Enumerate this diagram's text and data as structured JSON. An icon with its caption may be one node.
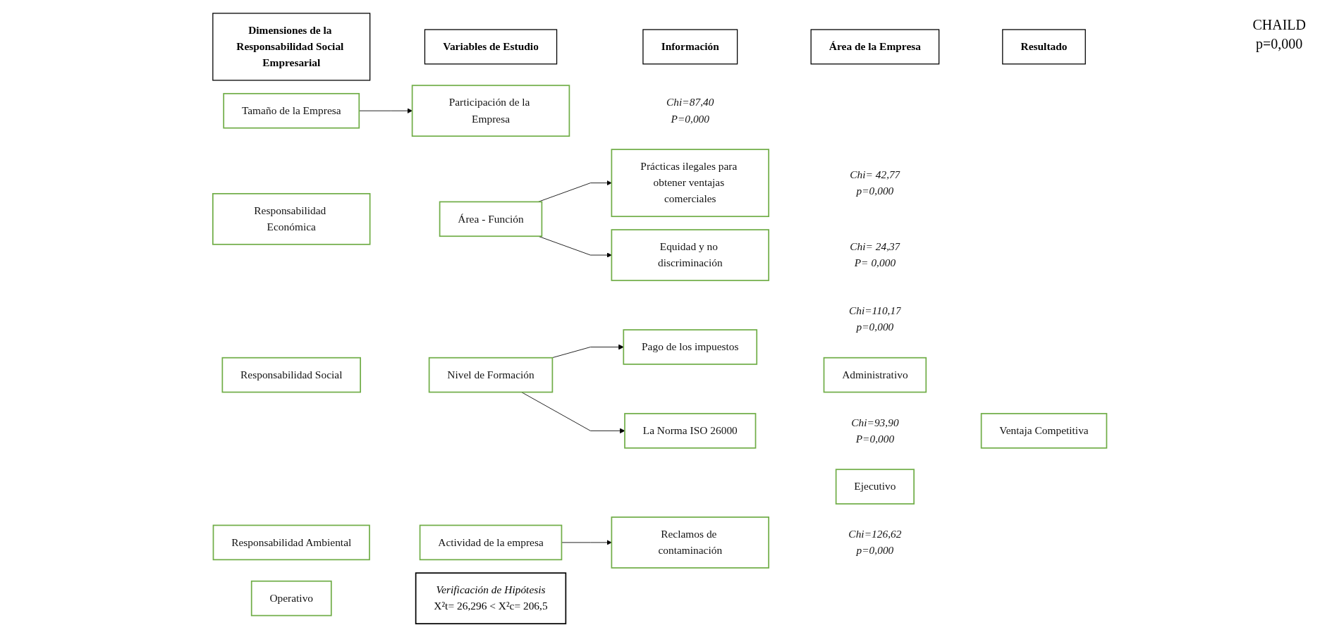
{
  "diagram": {
    "nodes": [
      {
        "text": [
          "Dimensiones de la Responsabilidad Social Empresarial"
        ]
      },
      {
        "text": [
          "Variables de Estudio"
        ]
      },
      {
        "text": [
          "Información"
        ]
      },
      {
        "text": [
          "Área de la Empresa"
        ]
      },
      {
        "text": [
          "Resultado"
        ]
      },
      {
        "text": [
          "Responsabilidad Económica"
        ]
      },
      {
        "text": [
          "Responsabilidad Social"
        ]
      },
      {
        "text": [
          "Responsabilidad Ambiental"
        ]
      },
      {
        "text": [
          "Área - Función"
        ]
      },
      {
        "text": [
          "Nivel de Formación"
        ]
      },
      {
        "text": [
          "Tamaño de la Empresa"
        ]
      },
      {
        "text": [
          "Actividad de la empresa"
        ]
      },
      {
        "text": [
          "Prácticas ilegales para obtener ventajas comerciales"
        ],
        "beside": [
          "Chi= 42,77",
          "p=0,000"
        ]
      },
      {
        "text": [
          "Participación de la Empresa"
        ],
        "beside": [
          "Chi=87,40",
          "P=0,000"
        ]
      },
      {
        "text": [
          "Pago de los impuestos"
        ],
        "beside": [
          "Chi=110,17",
          "p=0,000"
        ]
      },
      {
        "text": [
          "La Norma ISO 26000"
        ],
        "beside": [
          "Chi=93,90",
          "P=0,000"
        ]
      },
      {
        "text": [
          "Equidad y no discriminación"
        ],
        "beside": [
          "Chi= 24,37",
          "P= 0,000"
        ]
      },
      {
        "text": [
          "Reclamos de contaminación"
        ],
        "beside": [
          "Chi=126,62",
          "p=0,000"
        ]
      },
      {
        "text": [
          "Ejecutivo"
        ]
      },
      {
        "text": [
          "Administrativo"
        ]
      },
      {
        "text": [
          "Operativo"
        ]
      },
      {
        "text": [
          "Ventaja Competitiva"
        ]
      },
      {
        "text": [
          "Verificación de Hipótesis",
          "X²t= 26,296 < X²c= 206,5"
        ]
      }
    ],
    "edges": [
      {
        "from": 8,
        "to": 12,
        "arrow": "to"
      },
      {
        "from": 8,
        "to": 16,
        "arrow": "to"
      },
      {
        "from": 9,
        "to": 14,
        "arrow": "to"
      },
      {
        "from": 9,
        "to": 15,
        "arrow": "to"
      },
      {
        "from": 10,
        "to": 13,
        "arrow": "to"
      },
      {
        "from": 11,
        "to": 17,
        "arrow": "to"
      }
    ],
    "labels": [
      "CHAILD",
      "p=0,000"
    ]
  }
}
